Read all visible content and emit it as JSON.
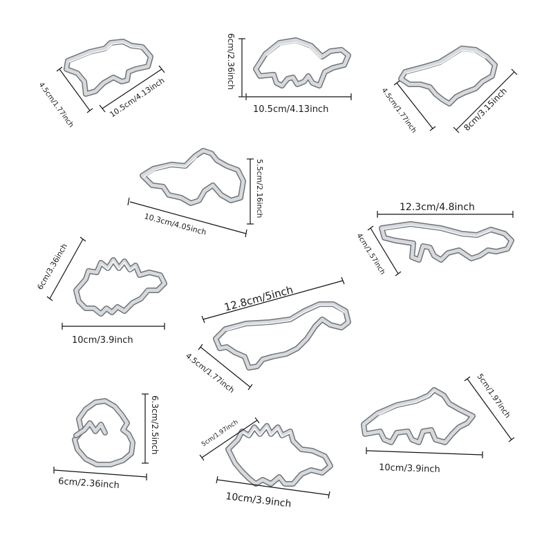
{
  "product": {
    "cutters": [
      {
        "id": "c1",
        "shape": "t-rex-head",
        "width_label": "10.5cm/4.13inch",
        "height_label": "4.5cm/1.77inch"
      },
      {
        "id": "c2",
        "shape": "turtle",
        "width_label": "10.5cm/4.13inch",
        "height_label": "6cm/2.36inch"
      },
      {
        "id": "c3",
        "shape": "long-neck-dinosaur",
        "width_label": "8cm/3.15inch",
        "height_label": "4.5cm/1.77inch"
      },
      {
        "id": "c4",
        "shape": "pterodactyl",
        "width_label": "10.3cm/4.05inch",
        "height_label": "5.5cm/2.16inch"
      },
      {
        "id": "c5",
        "shape": "t-rex",
        "width_label": "12.3cm/4.8inch",
        "height_label": "4cm/1.57inch"
      },
      {
        "id": "c6",
        "shape": "stegosaurus-round",
        "width_label": "10cm/3.9inch",
        "height_label": "6cm/3.36inch"
      },
      {
        "id": "c7",
        "shape": "brachiosaurus",
        "width_label": "12.8cm/5inch",
        "height_label": "4.5cm/1.77inch"
      },
      {
        "id": "c8",
        "shape": "dinosaur-egg",
        "width_label": "6cm/2.36inch",
        "height_label": "6.3cm/2.5inch"
      },
      {
        "id": "c9",
        "shape": "stegosaurus",
        "width_label": "10cm/3.9inch",
        "height_label": "5cm/1.97inch"
      },
      {
        "id": "c10",
        "shape": "triceratops",
        "width_label": "10cm/3.9inch",
        "height_label": "5cm/1.97inch"
      }
    ]
  },
  "colors": {
    "background": "#ffffff",
    "metal_dark": "#6f7378",
    "metal_light": "#d7dadd",
    "dimension_line": "#111111"
  }
}
